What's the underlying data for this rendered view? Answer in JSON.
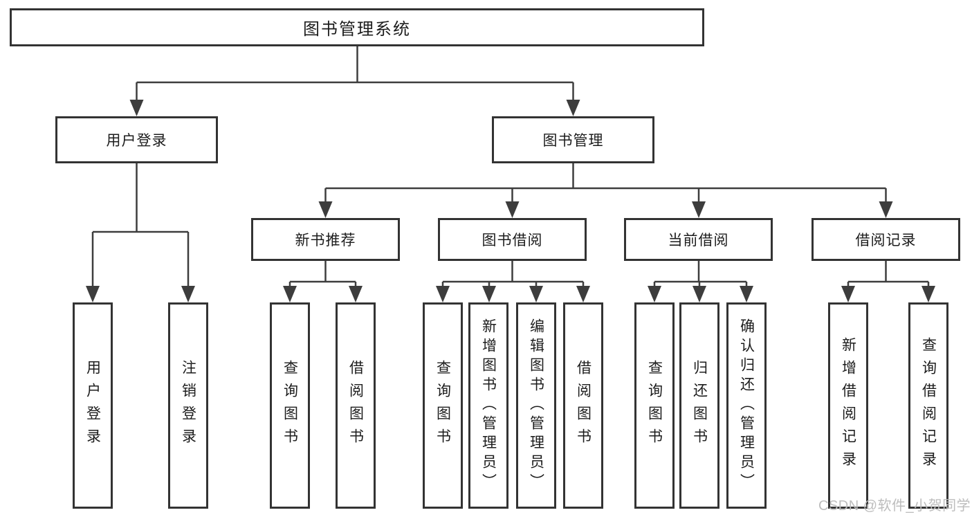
{
  "tree": {
    "label": "图书管理系统",
    "children": [
      {
        "label": "用户登录",
        "children": [
          {
            "label": "用户登录"
          },
          {
            "label": "注销登录"
          }
        ]
      },
      {
        "label": "图书管理",
        "children": [
          {
            "label": "新书推荐",
            "children": [
              {
                "label": "查询图书"
              },
              {
                "label": "借阅图书"
              }
            ]
          },
          {
            "label": "图书借阅",
            "children": [
              {
                "label": "查询图书"
              },
              {
                "label": "新增图书（管理员）"
              },
              {
                "label": "编辑图书（管理员）"
              },
              {
                "label": "借阅图书"
              }
            ]
          },
          {
            "label": "当前借阅",
            "children": [
              {
                "label": "查询图书"
              },
              {
                "label": "归还图书"
              },
              {
                "label": "确认归还（管理员）"
              }
            ]
          },
          {
            "label": "借阅记录",
            "children": [
              {
                "label": "新增借阅记录"
              },
              {
                "label": "查询借阅记录"
              }
            ]
          }
        ]
      }
    ]
  },
  "watermark": {
    "text": "CSDN @软件_小贺同学"
  },
  "colors": {
    "line": "#3d3d3d",
    "border": "#333333",
    "text": "#1c1c1c",
    "watermark": "#bdbdbd",
    "background": "#ffffff"
  }
}
